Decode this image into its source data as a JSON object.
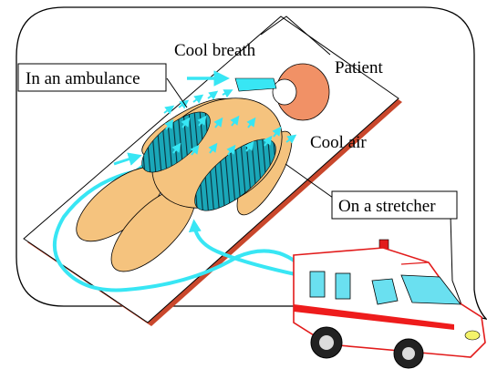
{
  "labels": {
    "cool_breath": "Cool breath",
    "patient": "Patient",
    "in_ambulance": "In an ambulance",
    "cool_air": "Cool air",
    "on_stretcher": "On a stretcher"
  },
  "colors": {
    "patient_skin": "#f5c37e",
    "patient_head": "#f19166",
    "cool_flow": "#38e6f4",
    "wrap_band": "#1aa7b8",
    "stretcher_edge": "#c9472c",
    "ambulance_stripe": "#ee1c1c",
    "ambulance_window": "#6ae0f0",
    "siren": "#e21b1b",
    "headlight": "#f4f36a"
  },
  "icons": {
    "ambulance": "ambulance-icon",
    "siren": "siren-light-icon"
  }
}
